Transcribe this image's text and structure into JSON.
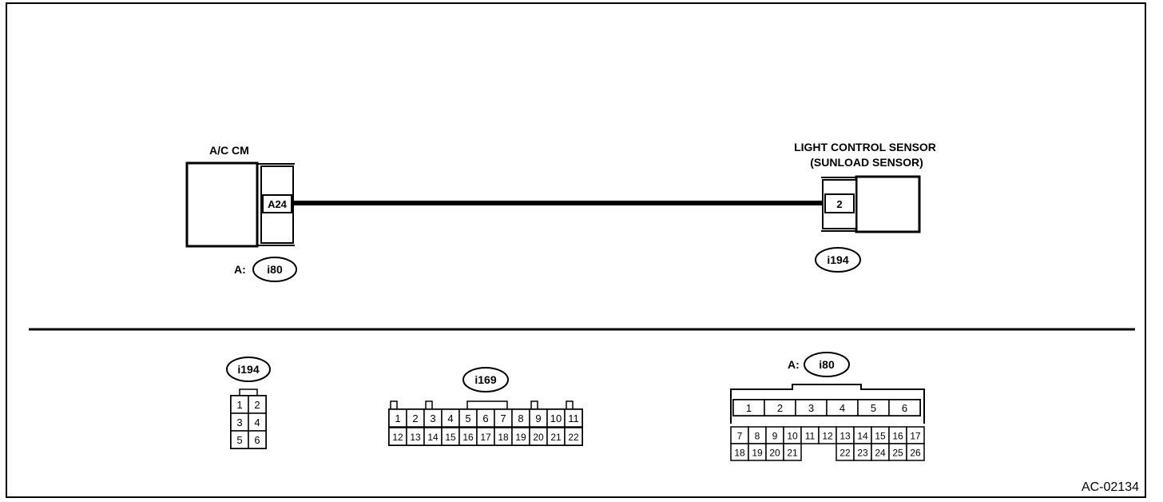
{
  "left_component": {
    "title": "A/C CM",
    "pin": "A24",
    "connector_prefix": "A:",
    "connector_id": "i80"
  },
  "right_component": {
    "title_line1": "LIGHT CONTROL SENSOR",
    "title_line2": "(SUNLOAD SENSOR)",
    "pin": "2",
    "connector_id": "i194"
  },
  "connectors": {
    "i194": {
      "id": "i194",
      "row1": [
        "1",
        "2"
      ],
      "row2": [
        "3",
        "4"
      ],
      "row3": [
        "5",
        "6"
      ]
    },
    "i169": {
      "id": "i169",
      "row1": [
        "1",
        "2",
        "3",
        "4",
        "5",
        "6",
        "7",
        "8",
        "9",
        "10",
        "11"
      ],
      "row2": [
        "12",
        "13",
        "14",
        "15",
        "16",
        "17",
        "18",
        "19",
        "20",
        "21",
        "22"
      ]
    },
    "i80": {
      "prefix": "A:",
      "id": "i80",
      "row1": [
        "1",
        "2",
        "3",
        "4",
        "5",
        "6"
      ],
      "row2": [
        "7",
        "8",
        "9",
        "10",
        "11",
        "12",
        "13",
        "14",
        "15",
        "16",
        "17"
      ],
      "row3_left": [
        "18",
        "19",
        "20",
        "21"
      ],
      "row3_right": [
        "22",
        "23",
        "24",
        "25",
        "26"
      ]
    }
  },
  "figure_code": "AC-02134"
}
